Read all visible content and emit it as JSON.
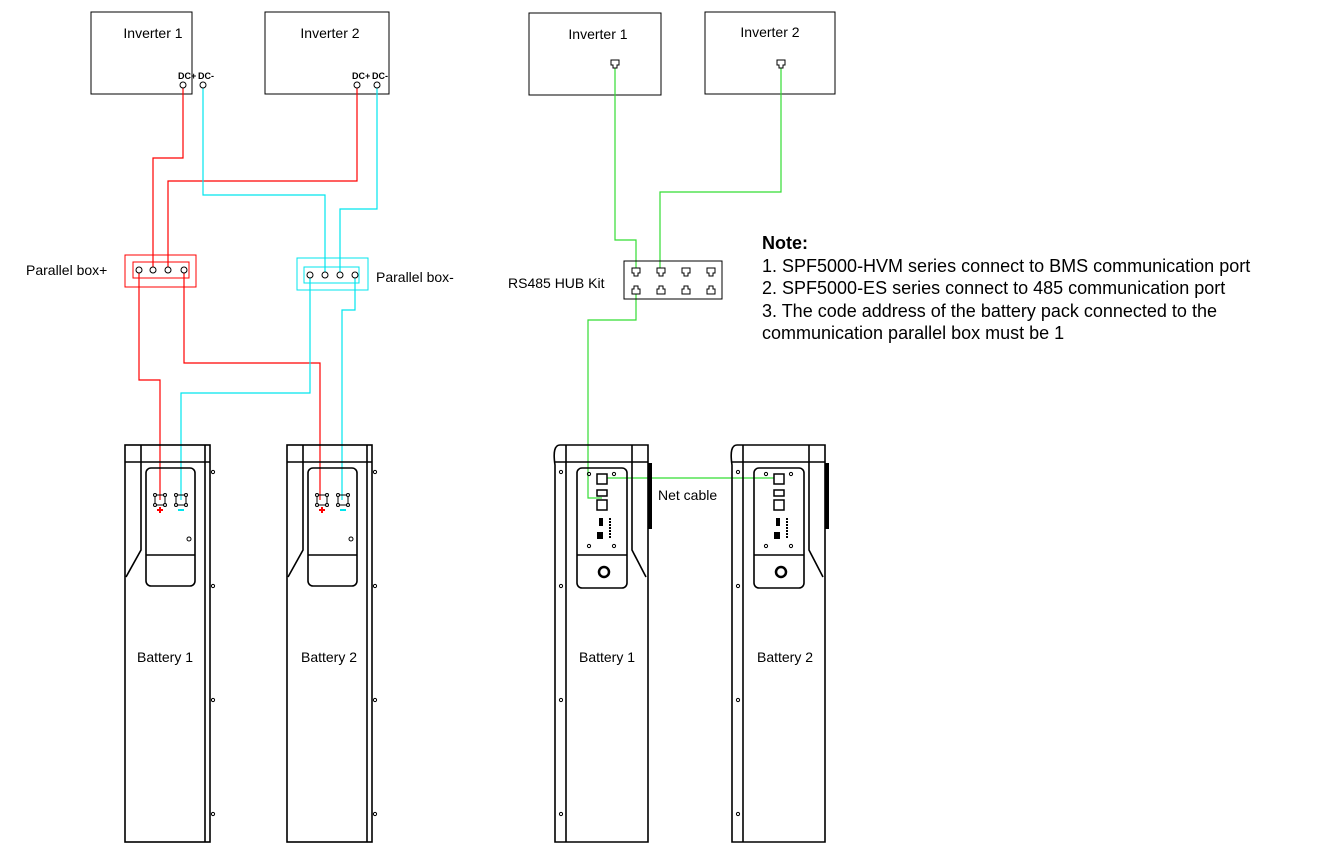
{
  "left": {
    "inverters": [
      {
        "label": "Inverter 1",
        "dc_plus": "DC+",
        "dc_minus": "DC-"
      },
      {
        "label": "Inverter 2",
        "dc_plus": "DC+",
        "dc_minus": "DC-"
      }
    ],
    "parallel_box_plus": "Parallel box+",
    "parallel_box_minus": "Parallel box-",
    "batteries": [
      {
        "label": "Battery 1"
      },
      {
        "label": "Battery 2"
      }
    ]
  },
  "right": {
    "inverters": [
      {
        "label": "Inverter 1"
      },
      {
        "label": "Inverter 2"
      }
    ],
    "hub_label": "RS485 HUB Kit",
    "net_cable_label": "Net cable",
    "batteries": [
      {
        "label": "Battery 1"
      },
      {
        "label": "Battery 2"
      }
    ]
  },
  "note": {
    "title": "Note:",
    "lines": [
      "1. SPF5000-HVM series connect to BMS communication port",
      "2. SPF5000-ES series connect to 485 communication port",
      "3. The code address of the battery pack connected to the",
      "communication parallel box must be 1"
    ]
  },
  "colors": {
    "positive": "#ff0000",
    "negative": "#00e5ee",
    "communication": "#33dd33"
  }
}
